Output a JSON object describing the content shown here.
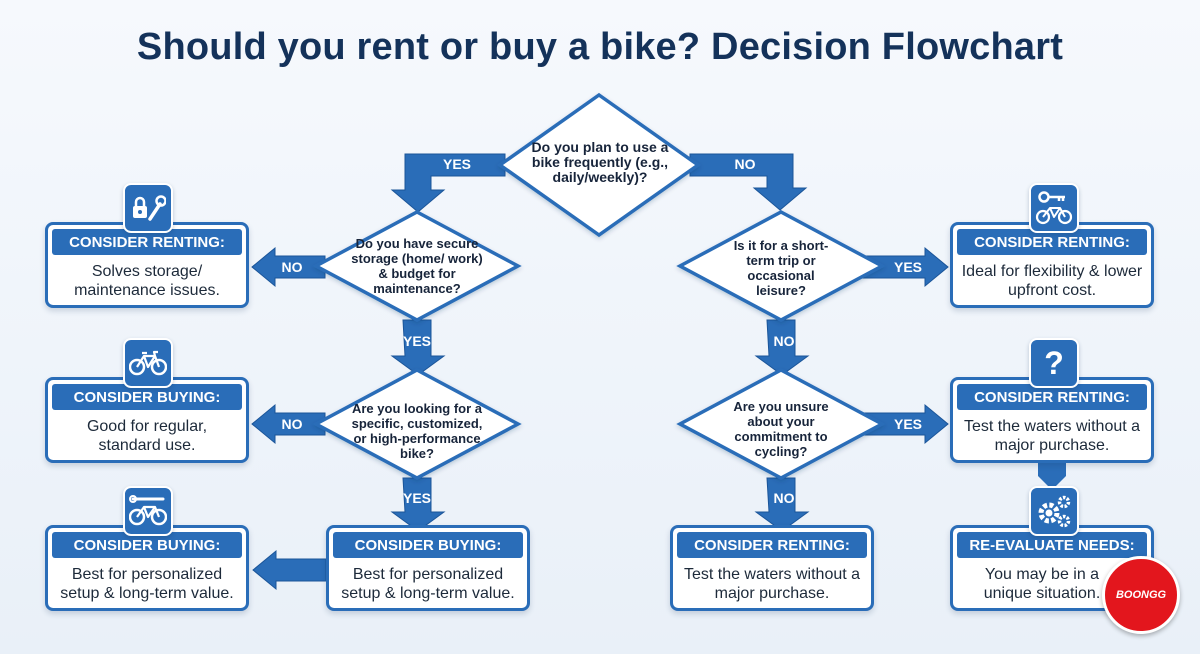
{
  "title": "Should you rent or buy a bike? Decision Flowchart",
  "questions": {
    "q1": "Do you plan to use a bike frequently (e.g., daily/weekly)?",
    "q2": "Do you have secure storage (home/ work) & budget for maintenance?",
    "q3": "Are you looking for a specific, customized, or high-performance bike?",
    "q4": "Is it for a short-term trip or occasional leisure?",
    "q5": "Are you unsure about your commitment to cycling?"
  },
  "labels": {
    "yes": "YES",
    "no": "NO"
  },
  "outcomes": {
    "o1": {
      "header": "CONSIDER RENTING:",
      "body": "Solves storage/ maintenance issues."
    },
    "o2": {
      "header": "CONSIDER BUYING:",
      "body": "Good for regular, standard use."
    },
    "o3": {
      "header": "CONSIDER BUYING:",
      "body": "Best for personalized setup & long-term value."
    },
    "o4": {
      "header": "CONSIDER BUYING:",
      "body": "Best for personalized setup & long-term value."
    },
    "o5": {
      "header": "CONSIDER RENTING:",
      "body": "Ideal for flexibility & lower upfront cost."
    },
    "o6": {
      "header": "CONSIDER RENTING:",
      "body": "Test the waters without a major purchase."
    },
    "o7": {
      "header": "CONSIDER RENTING:",
      "body": "Test the waters without a major purchase."
    },
    "o8": {
      "header": "RE-EVALUATE NEEDS:",
      "body": "You may be in a unique situation."
    }
  },
  "icons": {
    "o1": "lock-wrench-icon",
    "o2": "bicycle-icon",
    "o3": "bicycle-tools-icon",
    "o5": "key-bicycle-icon",
    "o6": "question-mark-icon",
    "o8": "gears-icon"
  },
  "colors": {
    "primary": "#2a6db8",
    "title": "#14325a",
    "logo": "#e3161d"
  },
  "logo_text": "BOONGG"
}
